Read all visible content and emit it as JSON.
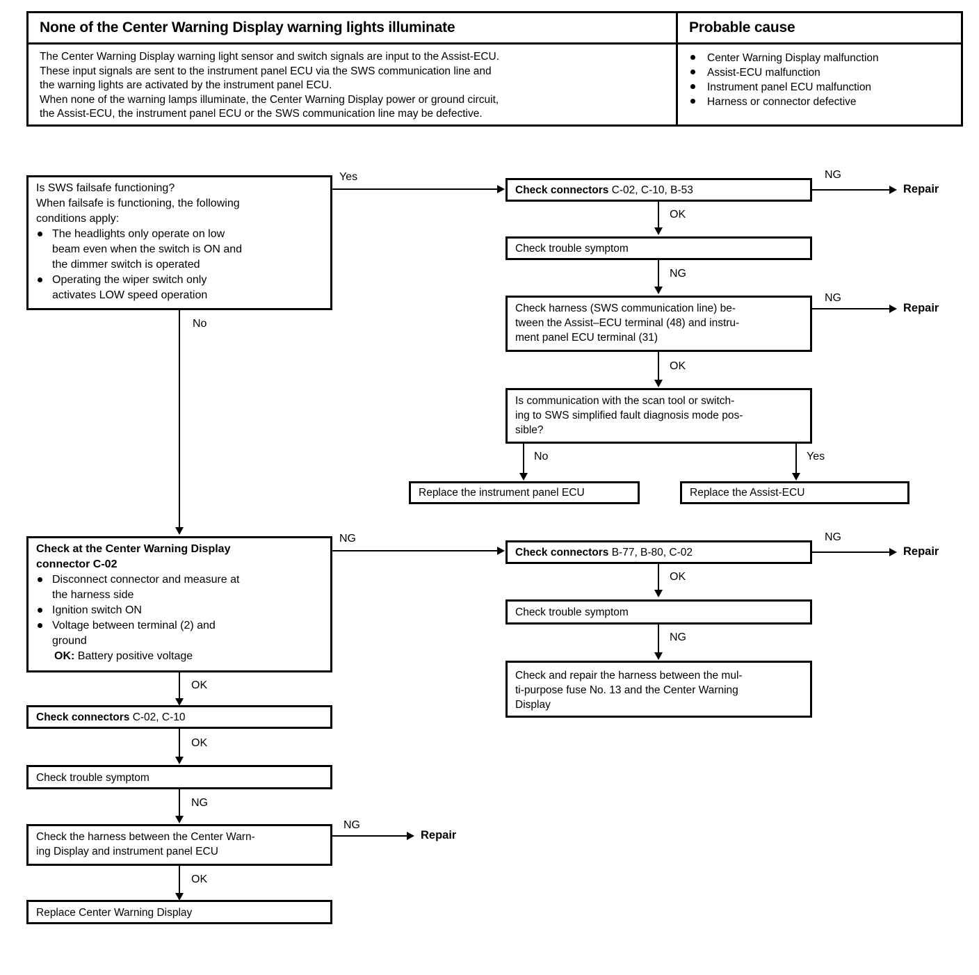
{
  "header": {
    "symptom_title": "None of the Center Warning Display warning lights illuminate",
    "cause_title": "Probable cause",
    "description_lines": [
      "The Center Warning Display warning light sensor and switch signals are input to the Assist-ECU.",
      "These input signals are sent to the instrument panel ECU via the SWS communication line and",
      "the warning lights are activated by the instrument panel ECU.",
      "When none of the warning lamps illuminate, the Center Warning Display power or ground circuit,",
      "the Assist-ECU, the instrument panel ECU or the SWS communication line may be defective."
    ],
    "causes": [
      "Center Warning Display malfunction",
      "Assist-ECU malfunction",
      "Instrument panel ECU malfunction",
      "Harness or connector defective"
    ]
  },
  "flow": {
    "failsafe_box": {
      "line1": "Is SWS failsafe functioning?",
      "line2": "When  failsafe  is  functioning,  the  following",
      "line3": "conditions apply:",
      "bullets": [
        [
          "The  headlights  only  operate  on  low",
          "beam  even  when  the  switch  is  ON  and",
          "the dimmer switch is operated"
        ],
        [
          "Operating  the  wiper  switch  only",
          "activates LOW speed operation"
        ]
      ]
    },
    "check_conn_1": {
      "bold": "Check connectors",
      "rest": " C-02, C-10, B-53"
    },
    "check_symptom_1": "Check trouble symptom",
    "check_harness_sws": [
      "Check harness (SWS communication line) be-",
      "tween the Assist–ECU terminal (48) and instru-",
      "ment  panel  ECU  terminal  (31)"
    ],
    "scan_question": [
      "Is communication with the scan tool or  switch-",
      "ing to SWS simplified fault diagnosis mode pos-",
      "sible?"
    ],
    "replace_ipec": "Replace the instrument panel ECU",
    "replace_assist": "Replace  the  Assist-ECU",
    "cwd_connector_box": {
      "title1": "Check   at   the   Center   Warning   Display",
      "title2": "connector C-02",
      "bullets": [
        [
          "Disconnect  connector  and  measure  at",
          "the harness side"
        ],
        [
          "Ignition switch ON"
        ],
        [
          "Voltage  between  terminal  (2)  and",
          "ground"
        ]
      ],
      "ok_bold": "OK:",
      "ok_rest": "   Battery positive voltage"
    },
    "check_conn_2": {
      "bold": "Check connectors",
      "rest": " C-02, C-10"
    },
    "check_symptom_2": "Check trouble symptom",
    "check_harness_cwd": [
      "Check the harness between the Center Warn-",
      "ing  Display and instrument panel ECU"
    ],
    "replace_cwd": "Replace  Center  Warning  Display",
    "check_conn_3": {
      "bold": "Check connectors",
      "rest": " B-77, B-80, C-02"
    },
    "check_symptom_3": "Check trouble symptom",
    "check_repair_fuse": [
      "Check and repair the harness between the mul-",
      "ti-purpose fuse No. 13 and the Center Warning",
      "Display"
    ]
  },
  "labels": {
    "yes": "Yes",
    "no": "No",
    "ok": "OK",
    "ng": "NG",
    "repair": "Repair"
  }
}
